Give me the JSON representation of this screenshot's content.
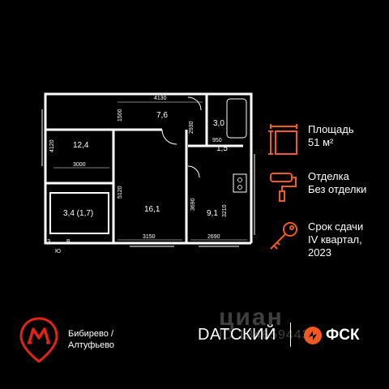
{
  "plan": {
    "rooms": [
      {
        "area": "12,4"
      },
      {
        "area": "7,6"
      },
      {
        "area": "3,0"
      },
      {
        "area": "1,5"
      },
      {
        "area": "16,1"
      },
      {
        "area": "9,1"
      },
      {
        "area": "3,4 (1,7)"
      }
    ],
    "dimensions": [
      "4130",
      "1500",
      "4120",
      "3000",
      "2930",
      "950",
      "5120",
      "3690",
      "3210",
      "3150",
      "2690"
    ],
    "compass": [
      "З",
      "В",
      "Ю"
    ]
  },
  "info": {
    "area_label": "Площадь",
    "area_value": "51 м²",
    "finish_label": "Отделка",
    "finish_value": "Без отделки",
    "delivery_label": "Срок сдачи",
    "delivery_value_1": "IV квартал,",
    "delivery_value_2": "2023"
  },
  "metro": {
    "line1": "Бибирево /",
    "line2": "Алтуфьево",
    "color": "#e2231a"
  },
  "brand": {
    "name": "DATСКИЙ",
    "developer": "ФСК",
    "accent": "#f15a22"
  },
  "watermark": {
    "logo": "циан",
    "id": "ID 134659443"
  },
  "colors": {
    "accent": "#f15a22",
    "background": "#000000",
    "line": "#ffffff"
  }
}
